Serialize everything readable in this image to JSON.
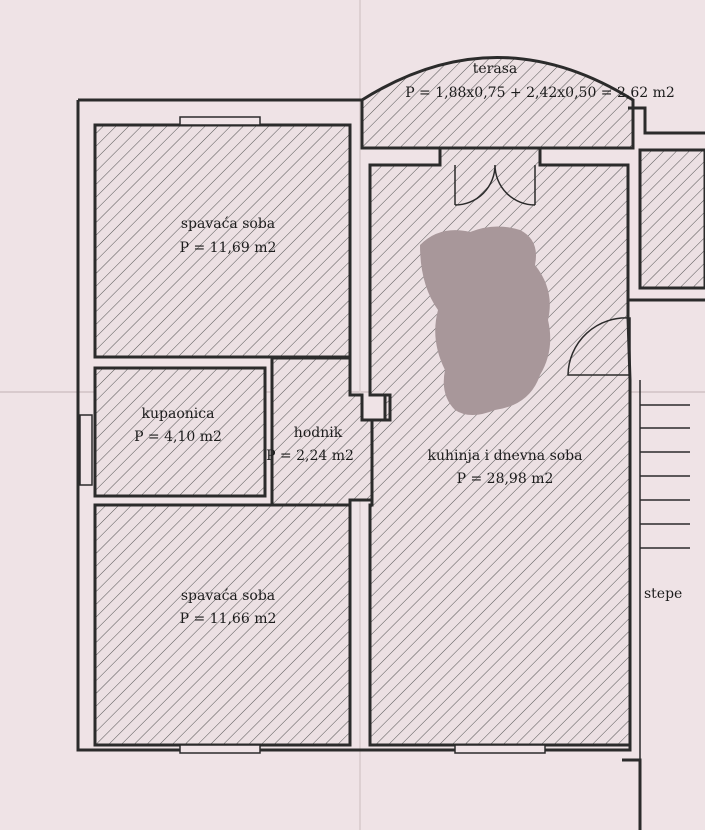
{
  "rooms": {
    "terasa": {
      "name": "terasa",
      "area": "P = 1,88x0,75 + 2,42x0,50 = 2,62 m2"
    },
    "bedroom_top": {
      "name": "spavaća soba",
      "area": "P = 11,69 m2"
    },
    "bathroom": {
      "name": "kupaonica",
      "area": "P = 4,10 m2"
    },
    "hallway": {
      "name": "hodnik",
      "area": "P = 2,24 m2"
    },
    "kitchen": {
      "name": "kuhinja i dnevna soba",
      "area": "P = 28,98 m2"
    },
    "bedroom_bottom": {
      "name": "spavaća soba",
      "area": "P = 11,66 m2"
    }
  },
  "stairs_label": "stepe",
  "colors": {
    "paper": "#efe3e6",
    "ink": "#2b2b2b",
    "redaction": "#a8979a"
  }
}
